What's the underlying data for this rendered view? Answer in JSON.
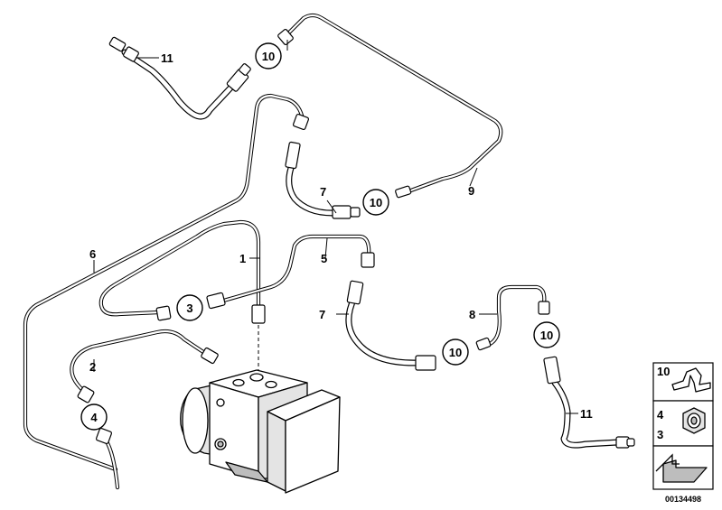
{
  "diagram_id": "00134498",
  "callouts": {
    "c1": "1",
    "c2": "2",
    "c3": "3",
    "c4": "4",
    "c5": "5",
    "c6": "6",
    "c7a": "7",
    "c7b": "7",
    "c8": "8",
    "c9": "9",
    "c10a": "10",
    "c10b": "10",
    "c10c": "10",
    "c10d": "10",
    "c11a": "11",
    "c11b": "11"
  },
  "legend": {
    "clip_num": "10",
    "nut_num_top": "4",
    "nut_num_bottom": "3"
  }
}
